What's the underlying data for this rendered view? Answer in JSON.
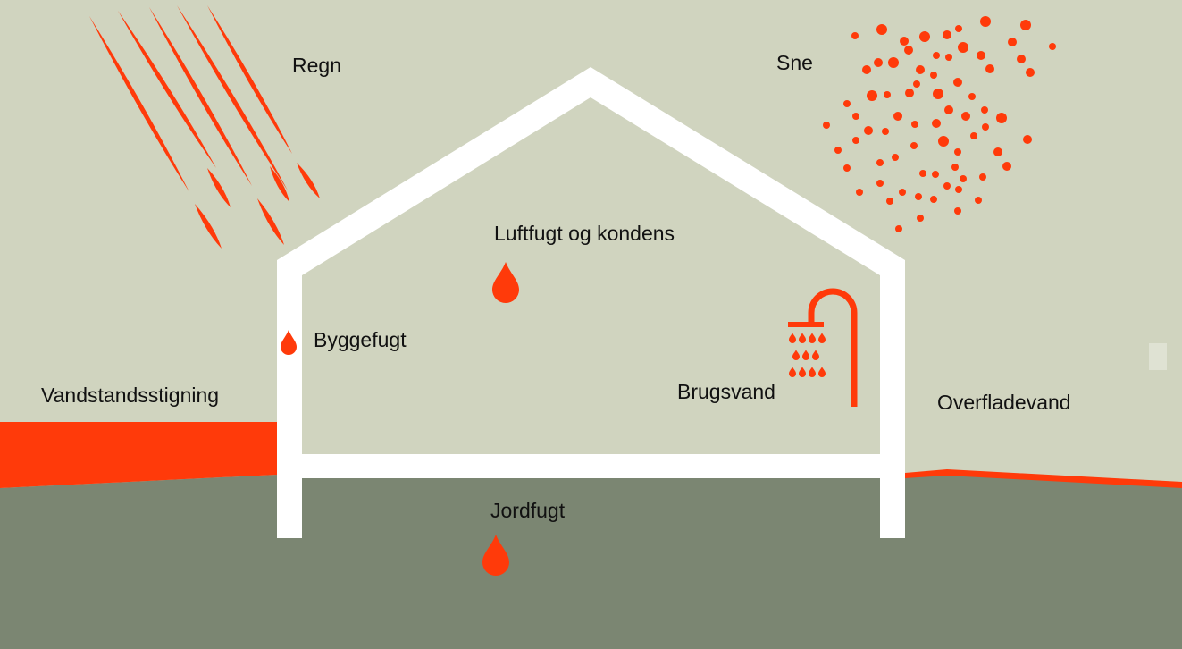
{
  "labels": {
    "rain": "Regn",
    "snow": "Sne",
    "air_moisture": "Luftfugt og kondens",
    "construction_moisture": "Byggefugt",
    "water_table_rise": "Vandstandsstigning",
    "tap_water": "Brugsvand",
    "surface_water": "Overfladevand",
    "ground_moisture": "Jordfugt"
  },
  "colors": {
    "sky": "#d0d4bf",
    "ground": "#7b8672",
    "accent": "#ff3a0a",
    "house": "#ffffff",
    "text": "#111111"
  },
  "icons": [
    "rain-streaks-icon",
    "snowflakes-icon",
    "water-drop-icon",
    "shower-icon"
  ]
}
